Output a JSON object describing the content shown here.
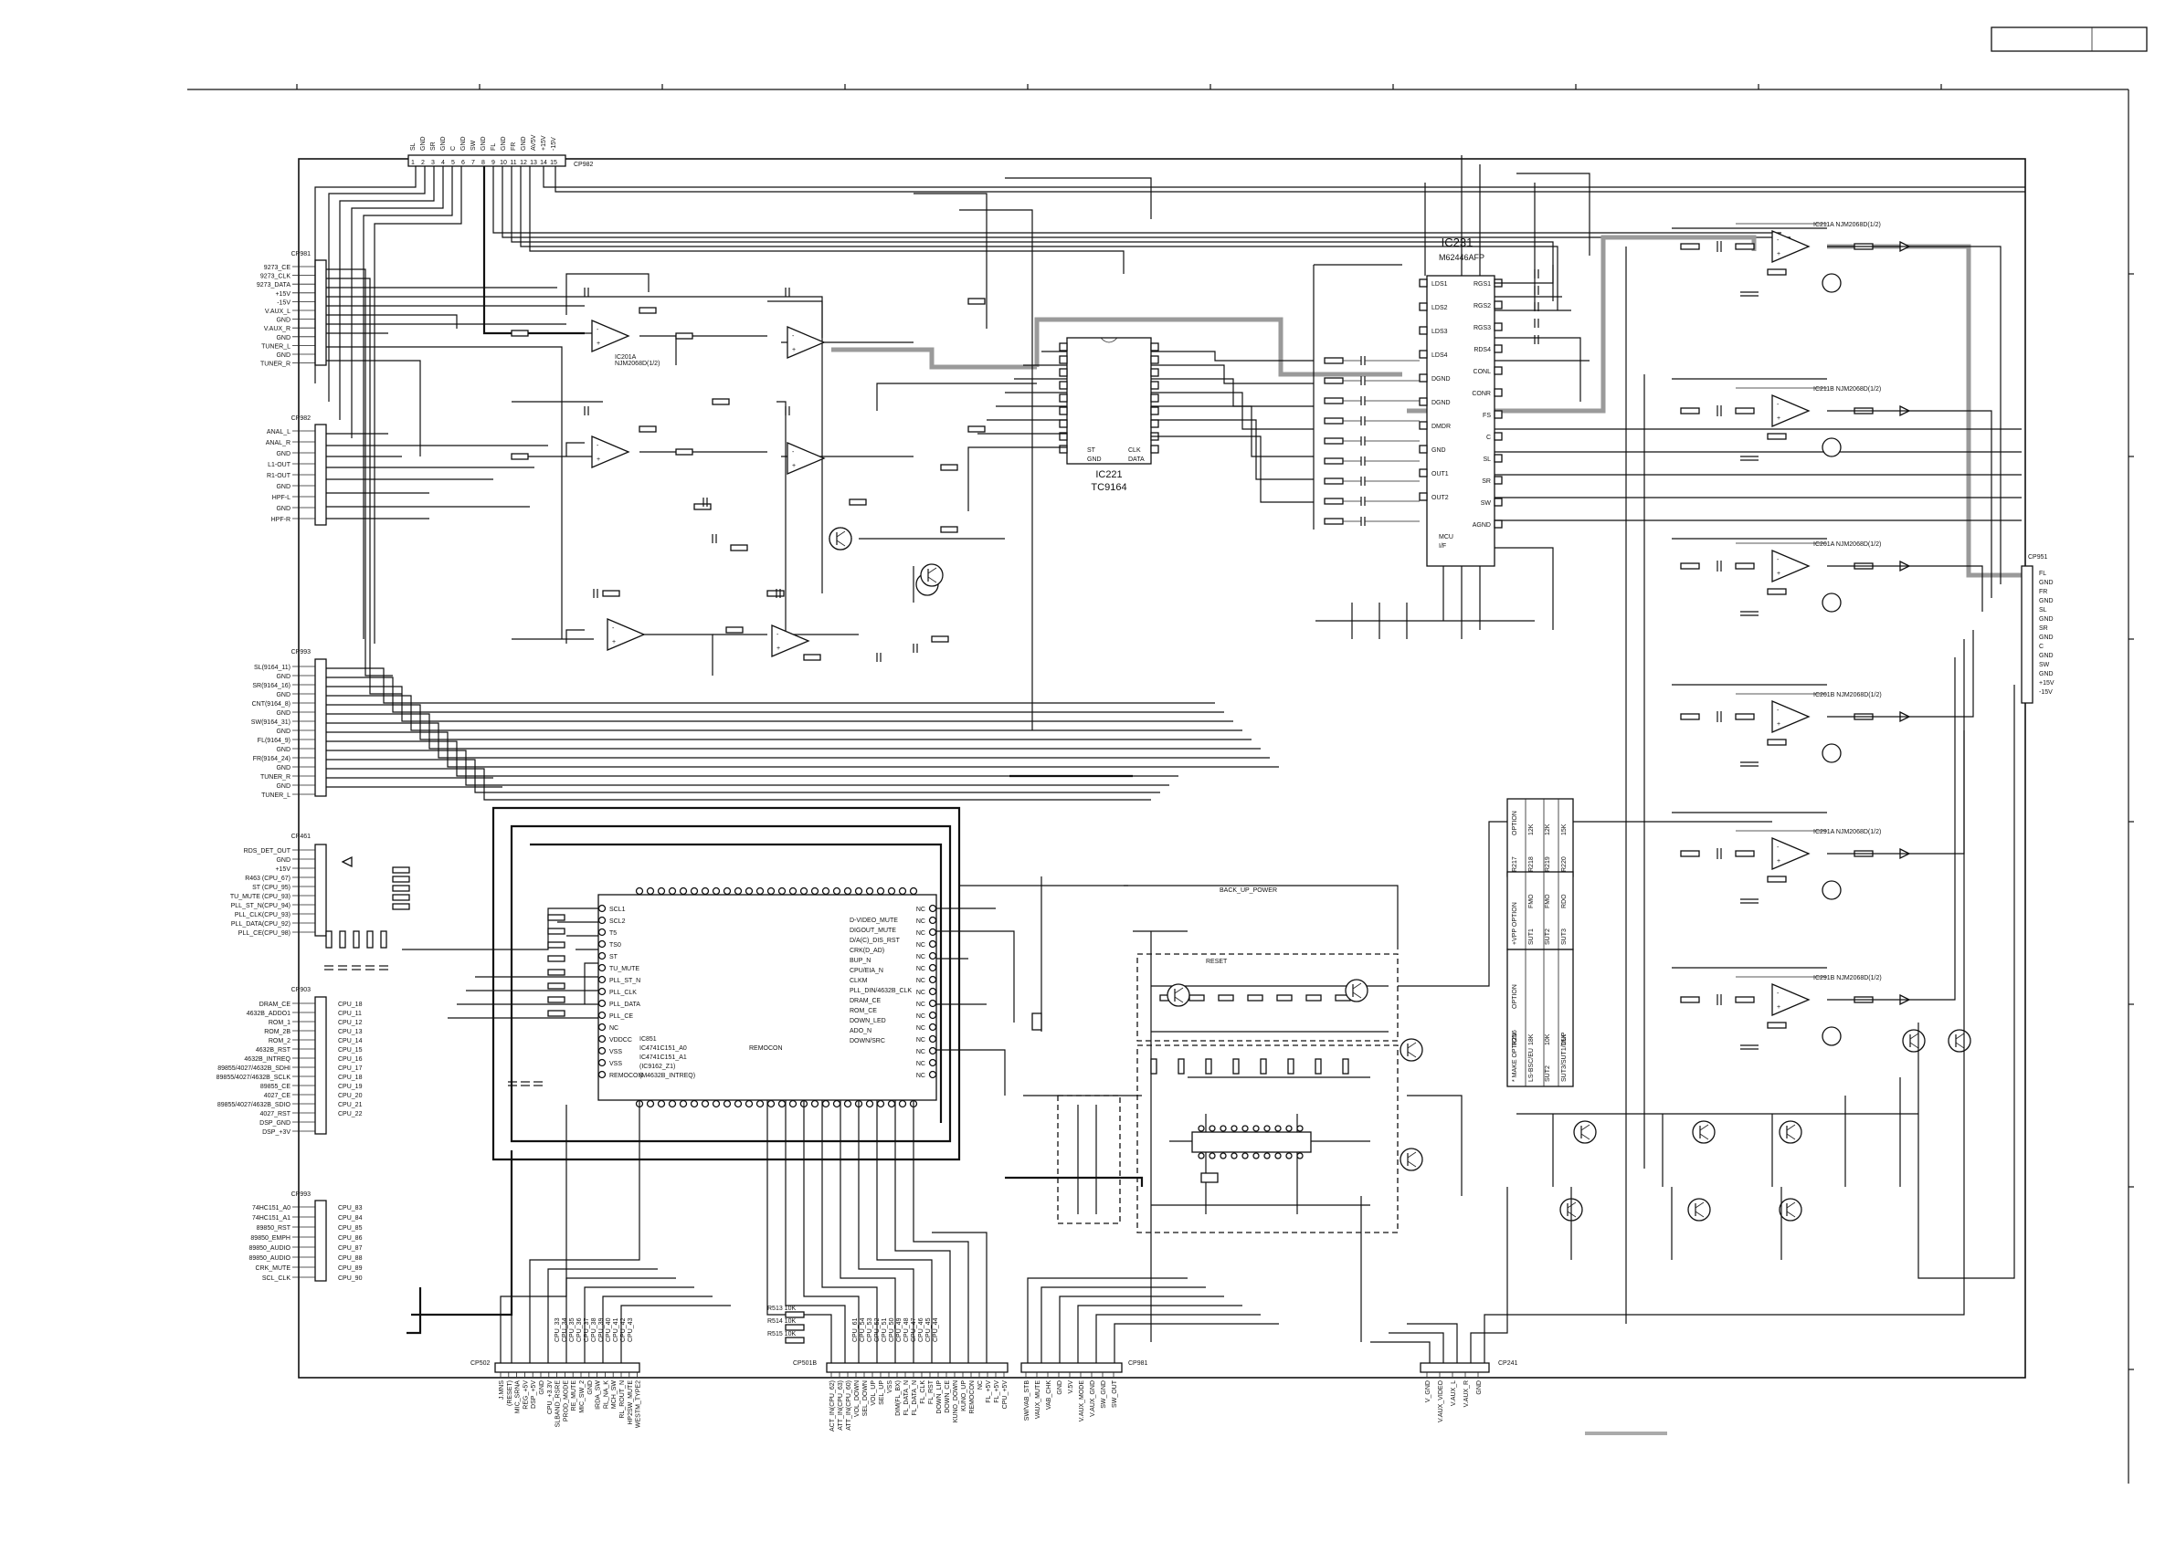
{
  "title_block": {
    "cell_a": "",
    "cell_b": ""
  },
  "cp982": {
    "name": "CP982",
    "pins": [
      "1",
      "2",
      "3",
      "4",
      "5",
      "6",
      "7",
      "8",
      "9",
      "10",
      "11",
      "12",
      "13",
      "14",
      "15"
    ],
    "labels": [
      "SL",
      "GND",
      "SR",
      "GND",
      "C",
      "GND",
      "SW",
      "GND",
      "FL",
      "GND",
      "FR",
      "GND",
      "AV5V",
      "+15V",
      "-15V"
    ]
  },
  "cp981": {
    "name": "CP981",
    "labels": [
      "9273_CE",
      "9273_CLK",
      "9273_DATA",
      "+15V",
      "-15V",
      "V.AUX_L",
      "GND",
      "V.AUX_R",
      "GND",
      "TUNER_L",
      "GND",
      "TUNER_R"
    ]
  },
  "cp982b": {
    "name": "CP982",
    "labels": [
      "ANAL_L",
      "ANAL_R",
      "GND",
      "L1-OUT",
      "R1-OUT",
      "GND",
      "HPF-L",
      "GND",
      "HPF-R"
    ]
  },
  "cp993": {
    "name": "CP993",
    "labels": [
      "SL(9164_11)",
      "GND",
      "SR(9164_16)",
      "GND",
      "CNT(9164_8)",
      "GND",
      "SW(9164_31)",
      "GND",
      "FL(9164_9)",
      "GND",
      "FR(9164_24)",
      "GND",
      "TUNER_R",
      "GND",
      "TUNER_L"
    ]
  },
  "cp461": {
    "name": "CP461",
    "labels": [
      "RDS_DET_OUT",
      "GND",
      "+15V",
      "R463 (CPU_67)",
      "ST (CPU_95)",
      "TU_MUTE (CPU_93)",
      "PLL_ST_N(CPU_94)",
      "PLL_CLK(CPU_93)",
      "PLL_DATA(CPU_92)",
      "PLL_CE(CPU_98)"
    ]
  },
  "cp903": {
    "name": "CP903",
    "labels": [
      "DRAM_CE",
      "4632B_ADDO1",
      "ROM_1",
      "ROM_2B",
      "ROM_2",
      "4632B_RST",
      "4632B_INTREQ",
      "89855/4027/4632B_SDHI",
      "89855/4027/4632B_SCLK",
      "89855_CE",
      "4027_CE",
      "89855/4027/4632B_SDIO",
      "4027_RST",
      "DSP_GND",
      "DSP_+3V"
    ],
    "cpu_pins": [
      "CPU_18",
      "CPU_11",
      "CPU_12",
      "CPU_13",
      "CPU_14",
      "CPU_15",
      "CPU_16",
      "CPU_17",
      "CPU_18",
      "CPU_19",
      "CPU_20",
      "CPU_21",
      "CPU_22"
    ]
  },
  "cp993b": {
    "name": "CP993",
    "labels": [
      "74HC151_A0",
      "74HC151_A1",
      "89850_RST",
      "89850_EMPH",
      "89850_AUDIO",
      "89850_AUDIO",
      "CRK_MUTE",
      "SCL_CLK"
    ],
    "cpu_pins": [
      "CPU_83",
      "CPU_84",
      "CPU_85",
      "CPU_86",
      "CPU_87",
      "CPU_88",
      "CPU_89",
      "CPU_90"
    ]
  },
  "ic231": {
    "ref": "IC231",
    "part": "M62446AFP",
    "pins_left": [
      "LDS1",
      "LDS2",
      "LDS3",
      "LDS4",
      "DGND",
      "DGND",
      "DMDR",
      "GND",
      "OUT1",
      "OUT2"
    ],
    "pins_right": [
      "RGS1",
      "RGS2",
      "RGS3",
      "RDS4",
      "CONL",
      "CONR",
      "FS",
      "C",
      "SL",
      "SR",
      "SW",
      "AGND"
    ],
    "inner": [
      "MCU",
      "I/F"
    ]
  },
  "ic221": {
    "ref": "IC221",
    "part": "TC9164",
    "inner": [
      "ST",
      "GND",
      "CLK",
      "DATA"
    ]
  },
  "ic201": {
    "ref": "IC201A",
    "part": "NJM2068D(1/2)"
  },
  "cpu": {
    "ref": "IC851",
    "lines": [
      "IC4741C151_A0",
      "IC4741C151_A1",
      "(IC9162_Z1)",
      "(M4632B_INTREQ)",
      "REMOCON"
    ],
    "left_pins": [
      "SCL1",
      "SCL2",
      "T5",
      "TS0",
      "ST",
      "TU_MUTE",
      "PLL_ST_N",
      "PLL_CLK",
      "PLL_DATA",
      "PLL_CE",
      "NC",
      "VDDCC",
      "VSS",
      "VSS",
      "REMOCON"
    ],
    "right_pins": [
      "NC",
      "NC",
      "NC",
      "NC",
      "NC",
      "NC",
      "NC",
      "NC",
      "NC",
      "NC",
      "NC",
      "NC",
      "NC",
      "NC",
      "NC"
    ],
    "center_notes": [
      "D-VIDEO_MUTE",
      "DIGOUT_MUTE",
      "D/A(C)_DIS_RST",
      "CRK(D_AD)",
      "BUP_N",
      "CPU/EIA_N",
      "CLKM",
      "PLL_DIN/4632B_CLK",
      "DRAM_CE",
      "ROM_CE",
      "DOWN_LED",
      "ADO_N",
      "DOWN/SRC"
    ]
  },
  "relay_note": {
    "line1": "BACK_UP_POWER",
    "line2": "RESET"
  },
  "right_section": {
    "opamps": [
      "IC211A NJM2068D(1/2)",
      "IC211B NJM2068D(1/2)",
      "IC261A NJM2068D(1/2)",
      "IC261B NJM2068D(1/2)",
      "IC291A NJM2068D(1/2)",
      "IC291B NJM2068D(1/2)"
    ]
  },
  "cp951": {
    "name": "CP951",
    "labels": [
      "FL",
      "GND",
      "FR",
      "GND",
      "SL",
      "GND",
      "SR",
      "GND",
      "C",
      "GND",
      "SW",
      "GND",
      "+15V",
      "-15V"
    ]
  },
  "option_table_1": {
    "header": [
      "R217",
      "OPTION"
    ],
    "rows": [
      [
        "R218",
        "12K"
      ],
      [
        "R219",
        "12K"
      ],
      [
        "R220",
        "15K"
      ]
    ]
  },
  "option_table_2": {
    "header": [
      "+VPP OPTION"
    ],
    "rows": [
      [
        "SUT1",
        "FMO"
      ],
      [
        "SUT2",
        "FMO"
      ],
      [
        "SUT3",
        "RDO"
      ]
    ]
  },
  "option_table_3": {
    "header": [
      "* MAKE OPTION",
      "R216",
      "OPTION"
    ],
    "rows": [
      [
        "LS-BSC/EU",
        "18K"
      ],
      [
        "SUT2",
        "10K"
      ],
      [
        "SUT3/SUT1/DUP",
        "15K"
      ]
    ]
  },
  "bottom": {
    "cp502": {
      "name": "CP502",
      "labels": [
        "J.MNS",
        "(RESET)",
        "MIC_SRNA",
        "REG_+5V",
        "DSP_+5V",
        "GND",
        "CPU_+3.3V",
        "SLBAND_RSRE",
        "PROD_MODE",
        "RE_MUTE",
        "MIC_SW_2",
        "GND",
        "IRDA_SW",
        "RL_NA_K",
        "MCH_SW",
        "RL_ROUT_N",
        "HP2SW_MUTE",
        "WESTM_TYPE2"
      ],
      "cpu_pins": [
        "CPU_33",
        "CPU_34",
        "CPU_35",
        "CPU_36",
        "CPU_37",
        "CPU_38",
        "CPU_39",
        "CPU_40",
        "CPU_41",
        "CPU_42",
        "CPU_43"
      ]
    },
    "cp501b": {
      "name": "CP501B",
      "labels": [
        "ACT_IN(CPU_62)",
        "ATT_IN(CPU_63)",
        "ATT_IN(CPU_60)",
        "VOL_DOWN",
        "SEL_DOWN",
        "VOL_UP",
        "SEL_UP",
        "VSS",
        "DIM(FL_BX)",
        "FL_DATA_N",
        "FL_DATA_N",
        "FL_CLK",
        "FL_RST",
        "DOWN_LIP",
        "DOWN_CE",
        "KUNO_DOWN",
        "KUNO_UP",
        "REMOCON",
        "NC",
        "FL_+5V",
        "FL_+5V",
        "CPU_+5V"
      ],
      "cpu_pins": [
        "CPU_61",
        "CPU_54",
        "CPU_53",
        "CPU_52",
        "CPU_51",
        "CPU_50",
        "CPU_49",
        "CPU_48",
        "CPU_47",
        "CPU_46",
        "CPU_45",
        "CPU_44"
      ]
    },
    "cp981": {
      "name": "CP981",
      "labels": [
        "SW/VAB_STB",
        "VAUX_MUTE",
        "VAB_CHK",
        "GND",
        "V.5V",
        "V.AUX_MODE",
        "V.AUX_GND",
        "SW_GND",
        "SW_OUT"
      ]
    },
    "cp241": {
      "name": "CP241",
      "labels": [
        "V_GND",
        "V.AUX_VIDEO",
        "V.AUX_L",
        "V.AUX_R",
        "GND"
      ]
    },
    "resistors": [
      "R513 10K",
      "R514 10K",
      "R515 10K"
    ]
  }
}
